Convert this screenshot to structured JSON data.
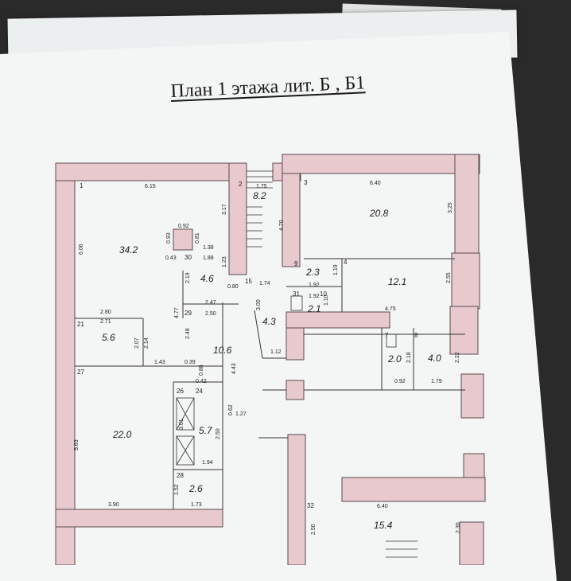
{
  "title": "План 1 этажа лит. Б , Б1",
  "areas": [
    {
      "id": "room-1",
      "value": "34.2"
    },
    {
      "id": "room-2",
      "value": "8.2"
    },
    {
      "id": "room-3",
      "value": "20.8"
    },
    {
      "id": "room-4",
      "value": "12.1"
    },
    {
      "id": "room-5",
      "value": "4.6"
    },
    {
      "id": "room-6",
      "value": "2.3"
    },
    {
      "id": "room-7",
      "value": "2.1"
    },
    {
      "id": "room-8",
      "value": "4.3"
    },
    {
      "id": "room-9",
      "value": "5.6"
    },
    {
      "id": "room-10",
      "value": "10.6"
    },
    {
      "id": "room-11",
      "value": "2.0"
    },
    {
      "id": "room-12",
      "value": "4.0"
    },
    {
      "id": "room-13",
      "value": "22.0"
    },
    {
      "id": "room-14",
      "value": "5.7"
    },
    {
      "id": "room-15",
      "value": "2.6"
    },
    {
      "id": "room-16",
      "value": "15.4"
    }
  ],
  "room_numbers": [
    "1",
    "2",
    "3",
    "4",
    "9",
    "15",
    "30",
    "29",
    "21",
    "27",
    "26",
    "24",
    "28",
    "31",
    "7",
    "8",
    "32",
    "10"
  ],
  "dimensions": [
    "6.15",
    "1.75",
    "6.40",
    "3.17",
    "4.70",
    "3.25",
    "6.06",
    "0.92",
    "0.93",
    "0.81",
    "1.38",
    "0.43",
    "1.88",
    "1.23",
    "2.19",
    "0.80",
    "1.74",
    "1.92",
    "1.92",
    "1.19",
    "1.10",
    "2.55",
    "2.80",
    "2.71",
    "2.07",
    "2.14",
    "4.77",
    "2.47",
    "2.50",
    "2.48",
    "3.00",
    "4.75",
    "2.18",
    "2.22",
    "1.12",
    "1.43",
    "0.39",
    "0.88",
    "4.43",
    "0.42",
    "0.92",
    "1.79",
    "5.63",
    "3.01",
    "2.50",
    "0.62",
    "1.27",
    "1.94",
    "1.52",
    "3.90",
    "1.73",
    "6.40",
    "2.50",
    "2.30"
  ]
}
